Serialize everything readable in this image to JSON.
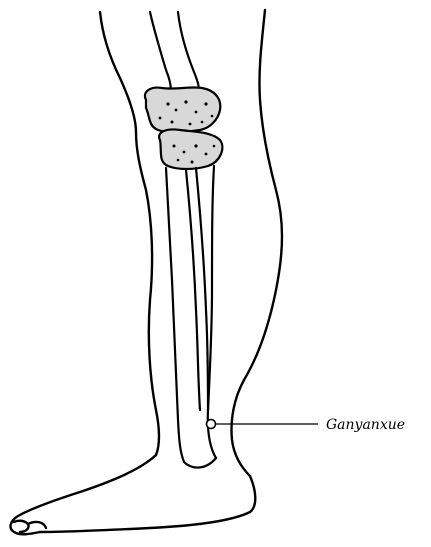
{
  "figure": {
    "subject": "lower-leg",
    "view": "lateral",
    "acupoint": {
      "label": "Ganyanxue"
    }
  }
}
